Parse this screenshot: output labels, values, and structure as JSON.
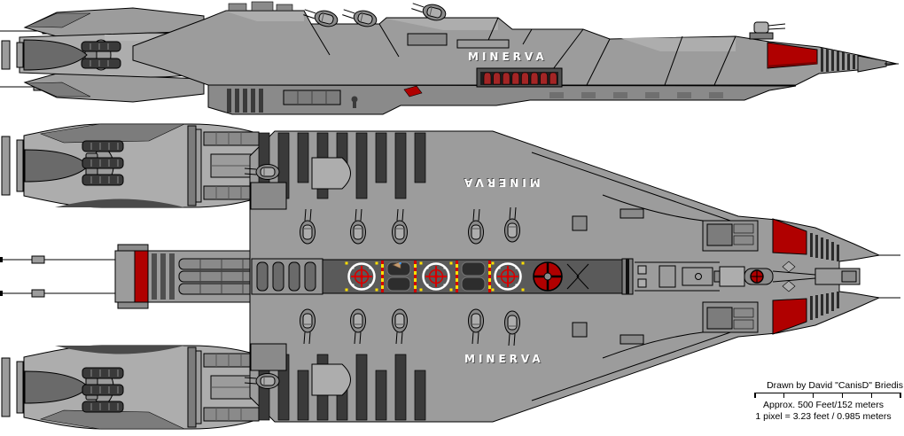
{
  "ship": {
    "name": "MINERVA"
  },
  "figure": {
    "views": [
      "side profile",
      "top plan"
    ],
    "name_label_count": 3,
    "engine_thruster_count": 8,
    "landing_pad_count": 3
  },
  "caption": {
    "credit": "Drawn by David \"CanisD\" Briedis",
    "length_label": "Approx. 500 Feet/152 meters",
    "pixel_scale_label": "1 pixel = 3.23 feet / 0.985 meters",
    "scale_bar_segments": 5
  },
  "colors": {
    "background": "#ffffff",
    "hull": "#9c9c9c",
    "hull_light": "#adadad",
    "hull_mid": "#8a8a8a",
    "hull_dark": "#6a6a6a",
    "greeble_dark": "#3a3a3a",
    "outline": "#000000",
    "accent_red": "#b00000",
    "thruster_red": "#a32525",
    "deck_gray": "#5a5a5a",
    "hazard_yellow": "#ffe000",
    "text_white": "#ffffff"
  }
}
